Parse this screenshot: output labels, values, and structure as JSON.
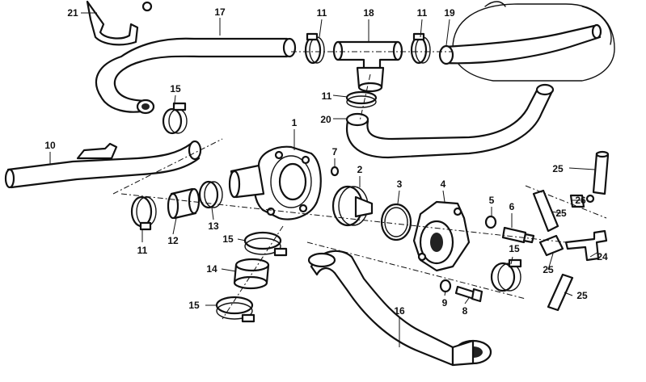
{
  "diagram": {
    "callouts": [
      {
        "id": "c21a",
        "text": "21"
      },
      {
        "id": "c17",
        "text": "17"
      },
      {
        "id": "c11a",
        "text": "11"
      },
      {
        "id": "c18",
        "text": "18"
      },
      {
        "id": "c11b",
        "text": "11"
      },
      {
        "id": "c19",
        "text": "19"
      },
      {
        "id": "c15a",
        "text": "15"
      },
      {
        "id": "c11c",
        "text": "11"
      },
      {
        "id": "c20",
        "text": "20"
      },
      {
        "id": "c1",
        "text": "1"
      },
      {
        "id": "c10",
        "text": "10"
      },
      {
        "id": "c7",
        "text": "7"
      },
      {
        "id": "c2",
        "text": "2"
      },
      {
        "id": "c3",
        "text": "3"
      },
      {
        "id": "c4",
        "text": "4"
      },
      {
        "id": "c25a",
        "text": "25"
      },
      {
        "id": "c26",
        "text": "26"
      },
      {
        "id": "c5",
        "text": "5"
      },
      {
        "id": "c6",
        "text": "6"
      },
      {
        "id": "c25b",
        "text": "25"
      },
      {
        "id": "c11d",
        "text": "11"
      },
      {
        "id": "c12",
        "text": "12"
      },
      {
        "id": "c13",
        "text": "13"
      },
      {
        "id": "c15b",
        "text": "15"
      },
      {
        "id": "c14",
        "text": "14"
      },
      {
        "id": "c15c",
        "text": "15"
      },
      {
        "id": "c15d",
        "text": "15"
      },
      {
        "id": "c24",
        "text": "24"
      },
      {
        "id": "c25c",
        "text": "25"
      },
      {
        "id": "c9",
        "text": "9"
      },
      {
        "id": "c8",
        "text": "8"
      },
      {
        "id": "c25d",
        "text": "25"
      },
      {
        "id": "c16",
        "text": "16"
      }
    ]
  }
}
